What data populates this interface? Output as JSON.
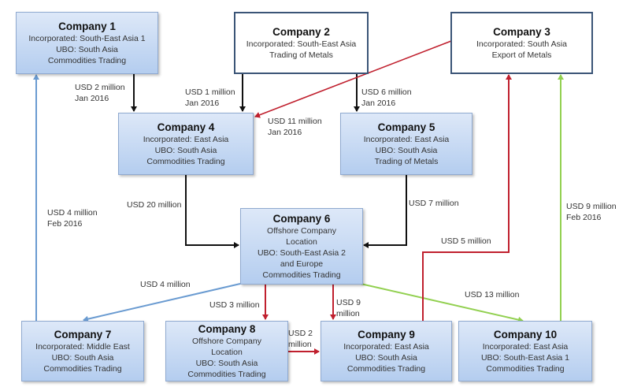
{
  "colors": {
    "black_flow": "#111111",
    "red_flow": "#c0202e",
    "blue_flow": "#6a9bd1",
    "green_flow": "#92d050",
    "box_border_dark": "#3b5577"
  },
  "companies": [
    {
      "id": "c1",
      "title": "Company 1",
      "lines": [
        "Incorporated: South-East Asia 1",
        "UBO: South Asia",
        "Commodities Trading"
      ]
    },
    {
      "id": "c2",
      "title": "Company 2",
      "lines": [
        "Incorporated: South-East Asia",
        "Trading of Metals"
      ]
    },
    {
      "id": "c3",
      "title": "Company 3",
      "lines": [
        "Incorporated: South Asia",
        "Export of Metals"
      ]
    },
    {
      "id": "c4",
      "title": "Company 4",
      "lines": [
        "Incorporated: East Asia",
        "UBO: South Asia",
        "Commodities Trading"
      ]
    },
    {
      "id": "c5",
      "title": "Company 5",
      "lines": [
        "Incorporated: East Asia",
        "UBO: South Asia",
        "Trading of Metals"
      ]
    },
    {
      "id": "c6",
      "title": "Company 6",
      "lines": [
        "Offshore Company",
        "Location",
        "UBO: South-East Asia 2",
        "and Europe",
        "Commodities Trading"
      ]
    },
    {
      "id": "c7",
      "title": "Company 7",
      "lines": [
        "Incorporated: Middle East",
        "UBO: South Asia",
        "Commodities Trading"
      ]
    },
    {
      "id": "c8",
      "title": "Company 8",
      "lines": [
        "Offshore Company",
        "Location",
        "UBO: South Asia",
        "Commodities Trading"
      ]
    },
    {
      "id": "c9",
      "title": "Company 9",
      "lines": [
        "Incorporated: East Asia",
        "UBO: South Asia",
        "Commodities Trading"
      ]
    },
    {
      "id": "c10",
      "title": "Company 10",
      "lines": [
        "Incorporated: East Asia",
        "UBO: South-East Asia 1",
        "Commodities Trading"
      ]
    }
  ],
  "flows": [
    {
      "from": "Company 1",
      "to": "Company 4",
      "amount": "USD 2 million",
      "date": "Jan 2016",
      "color": "black"
    },
    {
      "from": "Company 2",
      "to": "Company 4",
      "amount": "USD 1 million",
      "date": "Jan 2016",
      "color": "black"
    },
    {
      "from": "Company 2",
      "to": "Company 5",
      "amount": "USD 6 million",
      "date": "Jan 2016",
      "color": "black"
    },
    {
      "from": "Company 3",
      "to": "Company 4",
      "amount": "USD 11 million",
      "date": "Jan 2016",
      "color": "red"
    },
    {
      "from": "Company 4",
      "to": "Company 6",
      "amount": "USD 20 million",
      "date": "",
      "color": "black"
    },
    {
      "from": "Company 5",
      "to": "Company 6",
      "amount": "USD 7 million",
      "date": "",
      "color": "black"
    },
    {
      "from": "Company 6",
      "to": "Company 7",
      "amount": "USD 4 million",
      "date": "",
      "color": "blue"
    },
    {
      "from": "Company 6",
      "to": "Company 8",
      "amount": "USD 3 million",
      "date": "",
      "color": "red"
    },
    {
      "from": "Company 6",
      "to": "Company 9",
      "amount": "USD 9",
      "amount_line2": "million",
      "date": "",
      "color": "red"
    },
    {
      "from": "Company 6",
      "to": "Company 10",
      "amount": "USD 13 million",
      "date": "",
      "color": "green"
    },
    {
      "from": "Company 8",
      "to": "Company 9",
      "amount": "USD 2",
      "amount_line2": "million",
      "date": "",
      "color": "red"
    },
    {
      "from": "Company 9",
      "to": "Company 3",
      "amount": "USD 5 million",
      "date": "",
      "color": "red"
    },
    {
      "from": "Company 10",
      "to": "Company 3",
      "amount": "USD 9 million",
      "date": "Feb 2016",
      "color": "green"
    },
    {
      "from": "Company 7",
      "to": "Company 1",
      "amount": "USD 4 million",
      "date": "Feb 2016",
      "color": "blue"
    }
  ]
}
